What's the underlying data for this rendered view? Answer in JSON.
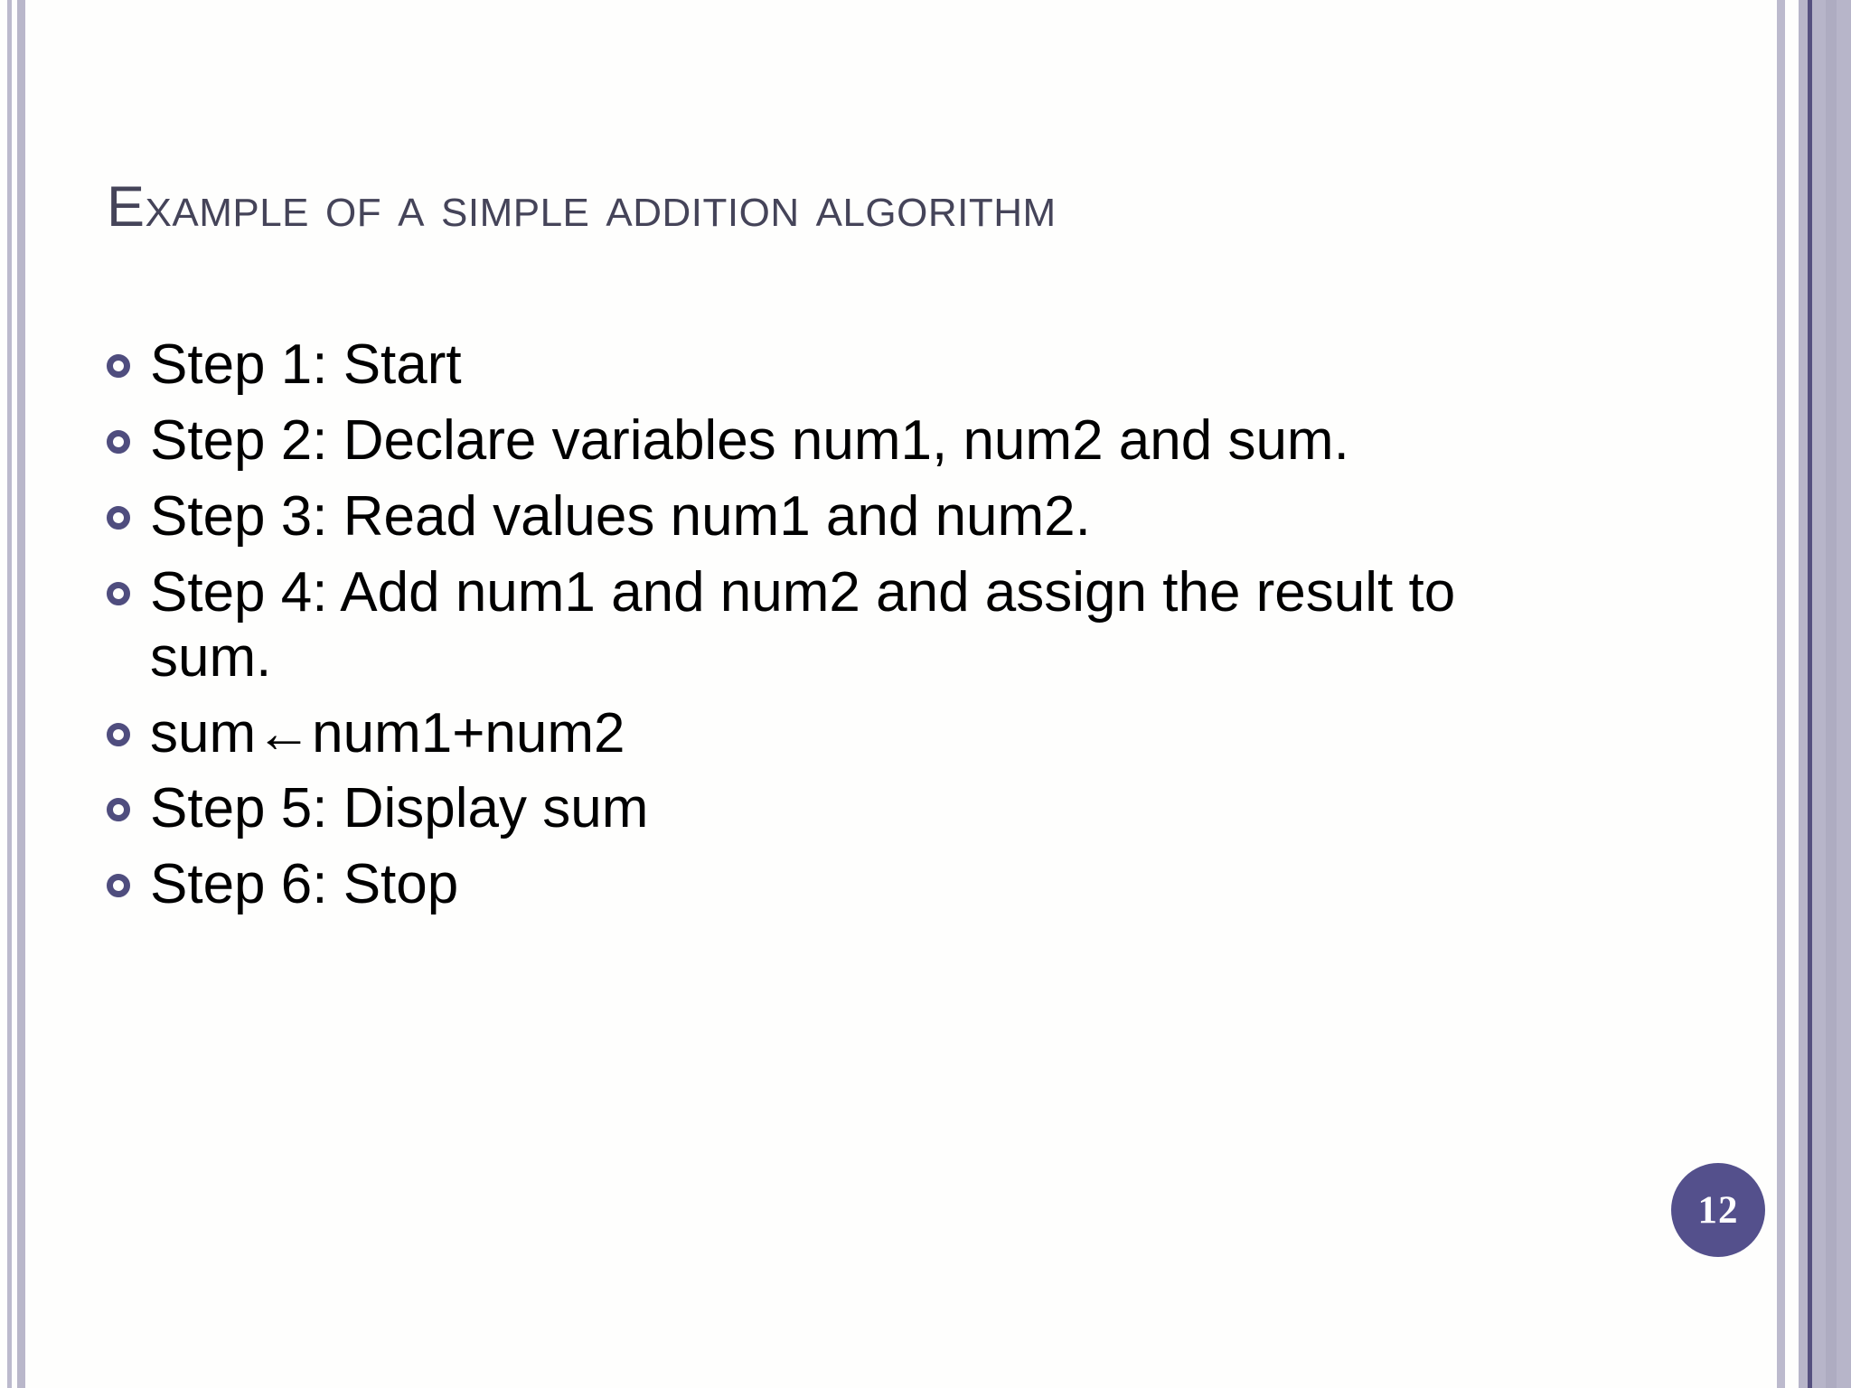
{
  "slide": {
    "title": "Example of a simple addition algorithm",
    "page_number": "12",
    "background_color": "#fefefd",
    "title_color": "#454459",
    "body_text_color": "#000000",
    "bullet_marker_color": "#4f4d7e",
    "badge_color": "#54508c",
    "badge_text_color": "#ffffff",
    "accent_stripe_color": "#b9b7ca",
    "accent_line_color": "#55507f",
    "bullet_marker_icon": "hollow-circle-icon",
    "bullets": [
      {
        "text": "Step 1: Start"
      },
      {
        "text": "Step 2: Declare variables num1, num2 and sum."
      },
      {
        "text": "Step 3: Read values num1 and num2."
      },
      {
        "text": "Step 4: Add num1 and num2 and assign the result to sum."
      },
      {
        "text": "sum←num1+num2"
      },
      {
        "text": "Step 5: Display sum"
      },
      {
        "text": "Step 6: Stop"
      }
    ]
  }
}
